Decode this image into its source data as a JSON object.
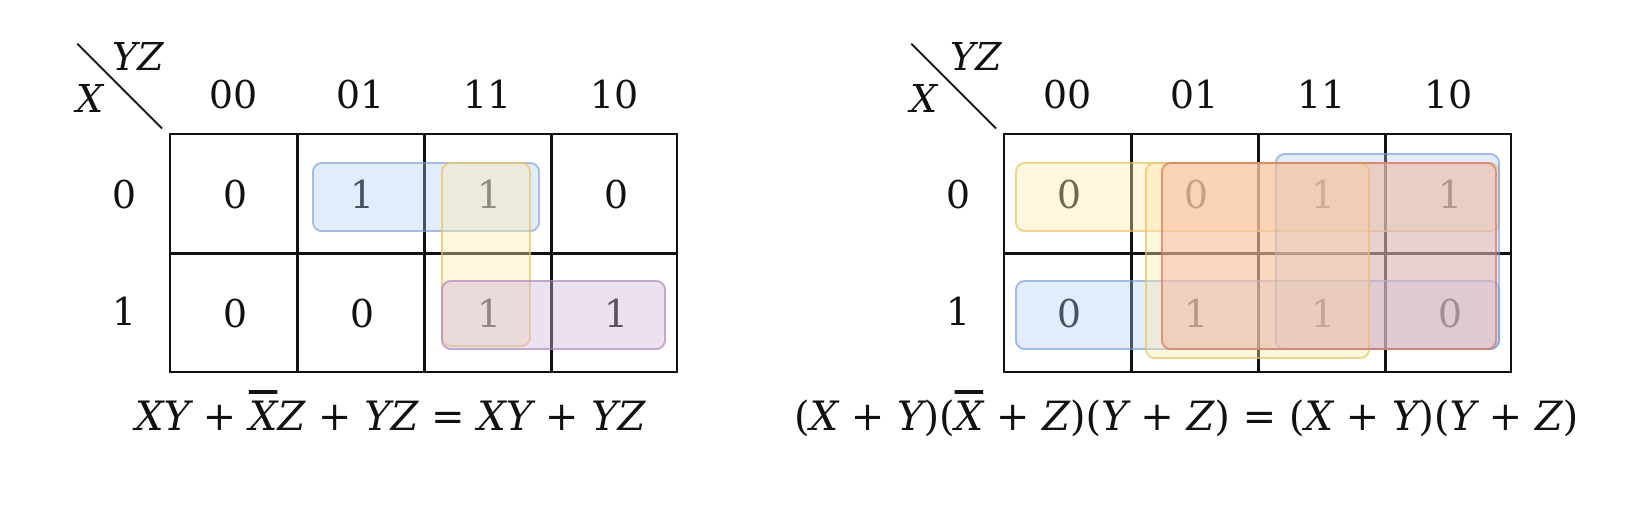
{
  "maps": [
    {
      "corner_col_var": "YZ",
      "corner_row_var": "X",
      "col_labels": [
        "00",
        "01",
        "11",
        "10"
      ],
      "row_labels": [
        "0",
        "1"
      ],
      "cells": [
        [
          "0",
          "1",
          "1",
          "0"
        ],
        [
          "0",
          "0",
          "1",
          "1"
        ]
      ],
      "formula": {
        "t1": "XY",
        "p1": " + ",
        "bar": "X",
        "t2": "Z",
        "p2": " + ",
        "t3": "YZ",
        "eq": " = ",
        "t4": "XY",
        "p3": " + ",
        "t5": "YZ"
      }
    },
    {
      "corner_col_var": "YZ",
      "corner_row_var": "X",
      "col_labels": [
        "00",
        "01",
        "11",
        "10"
      ],
      "row_labels": [
        "0",
        "1"
      ],
      "cells": [
        [
          "0",
          "0",
          "1",
          "1"
        ],
        [
          "0",
          "1",
          "1",
          "0"
        ]
      ],
      "formula": {
        "o1": "(",
        "a1": "X",
        "p1": " + ",
        "b1": "Y",
        "c1": ")(",
        "bar": "X",
        "p2": " + ",
        "z1": "Z",
        "c2": ")(",
        "b2": "Y",
        "p3": " + ",
        "z2": "Z",
        "c3": ") = (",
        "a2": "X",
        "p4": " + ",
        "b3": "Y",
        "c4": ")(",
        "b4": "Y",
        "p5": " + ",
        "z3": "Z",
        "c5": ")"
      }
    }
  ],
  "colors": {
    "blue": "#adc9f0",
    "yellow": "#fde9aa",
    "purple": "#cdb4d7",
    "red": "#f5aa96"
  }
}
